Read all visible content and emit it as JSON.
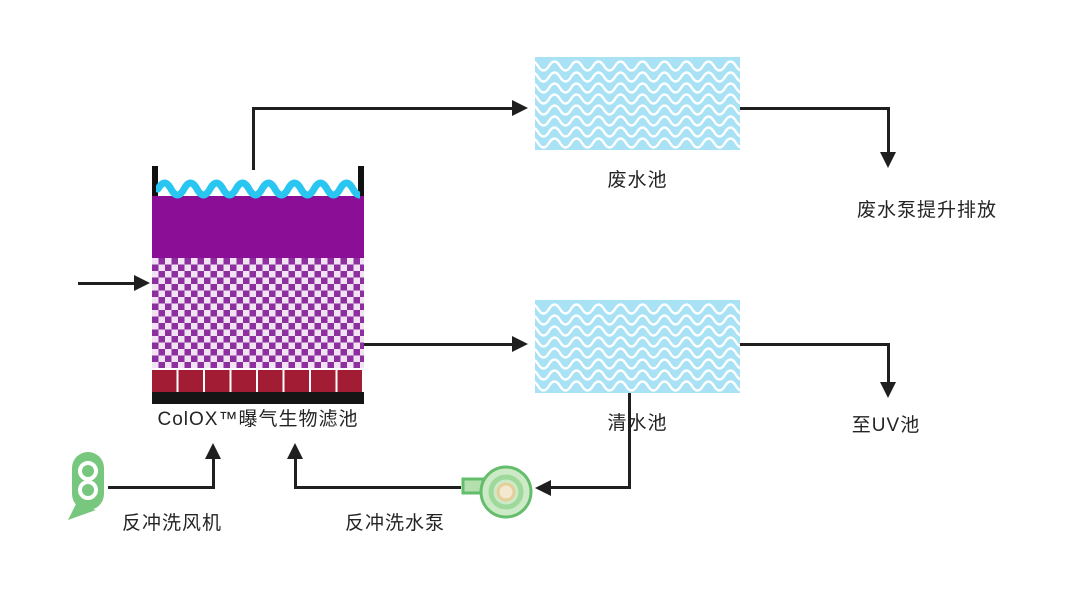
{
  "diagram": {
    "type": "process-flow",
    "labels": {
      "tank": "ColOX™曝气生物滤池",
      "waste_pool": "废水池",
      "waste_discharge": "废水泵提升排放",
      "clean_pool": "清水池",
      "to_uv": "至UV池",
      "backwash_blower": "反冲洗风机",
      "backwash_pump": "反冲洗水泵"
    },
    "colors": {
      "line": "#1f1f1f",
      "pool_fill": "#a9e2f4",
      "pool_wave": "#ffffff",
      "tank_purple": "#8a0e96",
      "checker_purple": "#8d2f9e",
      "checker_light": "#f1e2f4",
      "nozzle_red": "#a21c33",
      "tank_base_black": "#151515",
      "water_cyan": "#29c6f2",
      "equipment_green": "#78c77e"
    },
    "flows": [
      {
        "from": "influent",
        "to": "tank"
      },
      {
        "from": "tank",
        "to": "waste_pool"
      },
      {
        "from": "waste_pool",
        "to": "waste_discharge"
      },
      {
        "from": "tank",
        "to": "clean_pool"
      },
      {
        "from": "clean_pool",
        "to": "to_uv"
      },
      {
        "from": "clean_pool",
        "to": "backwash_pump"
      },
      {
        "from": "backwash_pump",
        "to": "tank"
      },
      {
        "from": "backwash_blower",
        "to": "tank"
      }
    ]
  }
}
